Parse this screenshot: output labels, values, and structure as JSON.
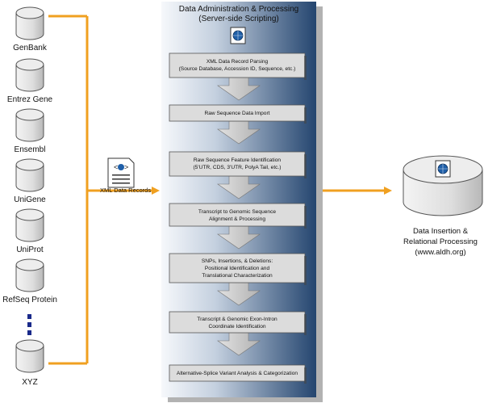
{
  "sources": [
    "GenBank",
    "Entrez Gene",
    "Ensembl",
    "UniGene",
    "UniProt",
    "RefSeq Protein",
    "XYZ"
  ],
  "xml_records_label": "XML Data Records",
  "panel": {
    "title_line1": "Data Administration & Processing",
    "title_line2": "(Server-side Scripting)"
  },
  "steps": [
    [
      "XML Data Record Parsing",
      "(Source Database, Accession ID, Sequence,  etc.)"
    ],
    [
      "Raw Sequence Data Import"
    ],
    [
      "Raw Sequence Feature Identification",
      "(5'UTR, CDS, 3'UTR, PolyA Tail, etc.)"
    ],
    [
      "Transcript to Genomic Sequence",
      "Alignment & Processing"
    ],
    [
      "SNPs, Insertions, & Deletions:",
      "Positional Identification and",
      "Translational Characterization"
    ],
    [
      "Transcript & Genomic Exon-Intron",
      "Coordinate Identification"
    ],
    [
      "Alternative-Splice Variant Analysis & Categorization"
    ]
  ],
  "output": {
    "line1": "Data Insertion &",
    "line2": "Relational Processing",
    "line3": "(www.aldh.org)"
  },
  "colors": {
    "arrow": "#f0a020",
    "panel_dark": "#26466e",
    "panel_light": "#f2f5fa",
    "step_box": "#dcdcdc",
    "cylinder": "#e0e0e0",
    "ellipsis_dots": "#1a2a8a"
  },
  "icons": [
    "xml-document-icon",
    "globe-icon"
  ]
}
